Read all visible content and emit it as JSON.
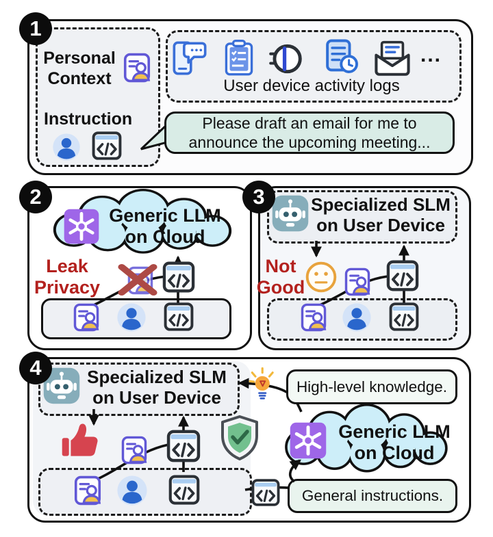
{
  "figure": {
    "panel1": {
      "badge": "1",
      "personal_context_label": "Personal Context",
      "instruction_label": "Instruction",
      "device_logs_caption": "User device activity logs",
      "more_ellipsis": "...",
      "instruction_bubble": "Please draft an email for me to announce the upcoming meeting..."
    },
    "panel2": {
      "badge": "2",
      "cloud_line1": "Generic LLM",
      "cloud_line2": "on Cloud",
      "warning_line1": "Leak",
      "warning_line2": "Privacy"
    },
    "panel3": {
      "badge": "3",
      "slm_line1": "Specialized SLM",
      "slm_line2": "on User Device",
      "warning_line1": "Not",
      "warning_line2": "Good"
    },
    "panel4": {
      "badge": "4",
      "slm_line1": "Specialized SLM",
      "slm_line2": "on User Device",
      "knowledge_note": "High-level knowledge.",
      "cloud_line1": "Generic LLM",
      "cloud_line2": "on Cloud",
      "instructions_note": "General instructions."
    },
    "colors": {
      "warning_red": "#b3211e",
      "cloud_fill": "#cdeef9",
      "openai_purple": "#9e66e8",
      "robot_teal": "#86adba",
      "bubble_green": "#d9ece6",
      "thumbs_up_red": "#d6444f",
      "cross_red": "#ad4a45",
      "shield_green": "#72c08e",
      "idcard_purple": "#6158d6",
      "person_blue": "#2a66cc"
    }
  }
}
